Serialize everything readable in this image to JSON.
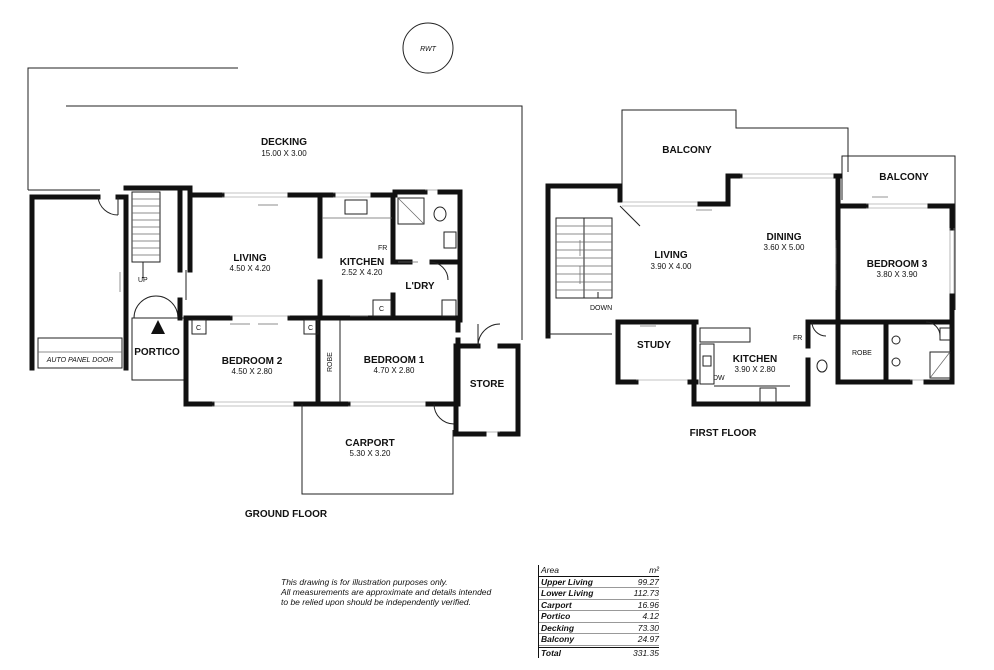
{
  "ground_floor": {
    "title": "GROUND FLOOR",
    "rooms": [
      {
        "name": "DECKING",
        "dims": "15.00 X 3.00"
      },
      {
        "name": "LIVING",
        "dims": "4.50 X 4.20"
      },
      {
        "name": "KITCHEN",
        "dims": "2.52 X 4.20"
      },
      {
        "name": "L'DRY",
        "dims": ""
      },
      {
        "name": "PORTICO",
        "dims": ""
      },
      {
        "name": "BEDROOM 2",
        "dims": "4.50 X 2.80"
      },
      {
        "name": "BEDROOM 1",
        "dims": "4.70 X 2.80"
      },
      {
        "name": "STORE",
        "dims": ""
      },
      {
        "name": "CARPORT",
        "dims": "5.30 X 3.20"
      }
    ],
    "labels": {
      "rwt": "RWT",
      "up": "UP",
      "fr": "FR",
      "robe": "ROBE",
      "c": "C",
      "garage_door": "AUTO PANEL DOOR"
    }
  },
  "first_floor": {
    "title": "FIRST FLOOR",
    "rooms": [
      {
        "name": "BALCONY",
        "dims": ""
      },
      {
        "name": "BALCONY",
        "dims": ""
      },
      {
        "name": "LIVING",
        "dims": "3.90 X 4.00"
      },
      {
        "name": "DINING",
        "dims": "3.60 X 5.00"
      },
      {
        "name": "BEDROOM 3",
        "dims": "3.80 X 3.90"
      },
      {
        "name": "STUDY",
        "dims": ""
      },
      {
        "name": "KITCHEN",
        "dims": "3.90 X 2.80"
      }
    ],
    "labels": {
      "down": "DOWN",
      "fr": "FR",
      "dw": "DW",
      "robe": "ROBE"
    }
  },
  "disclaimer": [
    "This drawing is for illustration purposes only.",
    "All measurements are approximate and details intended",
    "to be relied upon should be independently verified."
  ],
  "area_table": {
    "header_label": "Area",
    "header_unit": "m²",
    "rows": [
      {
        "name": "Upper Living",
        "value": "99.27"
      },
      {
        "name": "Lower Living",
        "value": "112.73"
      },
      {
        "name": "Carport",
        "value": "16.96"
      },
      {
        "name": "Portico",
        "value": "4.12"
      },
      {
        "name": "Decking",
        "value": "73.30"
      },
      {
        "name": "Balcony",
        "value": "24.97"
      }
    ],
    "total_label": "Total",
    "total_value": "331.35"
  }
}
